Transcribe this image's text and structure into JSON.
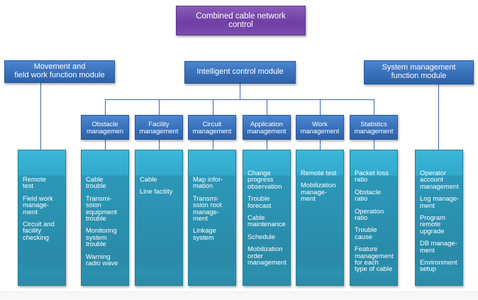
{
  "root": {
    "label": "Combined cable network\ncontrol",
    "color": "#7a4cae"
  },
  "modules": {
    "movement": {
      "label": "Movement and\nfield work function module"
    },
    "intelligent": {
      "label": "Intelligent control module"
    },
    "system": {
      "label": "System management\nfunction module"
    }
  },
  "submodules": [
    {
      "label": "Obstacle\nmanagemen"
    },
    {
      "label": "Facility\nmanagement"
    },
    {
      "label": "Circuit\nmanagement"
    },
    {
      "label": "Application\nmanagement"
    },
    {
      "label": "Work\nmanagement"
    },
    {
      "label": "Statistics\nmanagement"
    }
  ],
  "details": {
    "movement": [
      "Remote\ntest",
      "Field work\nmanage-\nment",
      "Circuit and\n facility\nchecking"
    ],
    "obstacle": [
      "Cable\ntrouble",
      "Transmi-\nssion\nequipment\ntrouble",
      "Monitoring\nsystem\ntrouble",
      "Warning\nradio wave"
    ],
    "facility": [
      "Cable",
      "Line facility"
    ],
    "circuit": [
      "Map infor-\nmation",
      "Transmi-\nssion root\nmanage-\nment",
      "Linkage\nsystem"
    ],
    "application": [
      "Change\nprogress\nobservation",
      "Trouble\nforecast",
      "Cable\nmaintenance",
      "Schedule",
      "Mobilization\norder\nmanagement"
    ],
    "work": [
      "Remote test",
      "Mobilization\nmanage-\nment"
    ],
    "statistics": [
      "Packet loss\nratio",
      "Obstacle\nratio",
      "Operation\nratio",
      "Trouble\ncause",
      "Feature\nmanagement\nfor each\ntype of cable"
    ],
    "system": [
      "Operator\naccount\nmanagement",
      "Log manage-\nment",
      "Program\nremote\nupgrade",
      "DB manage-\nment",
      "Environment\nsetup"
    ]
  },
  "colors": {
    "module_blue": "#3a72bc",
    "detail_teal": "#2f9fc2",
    "connector": "#3a67b0"
  }
}
